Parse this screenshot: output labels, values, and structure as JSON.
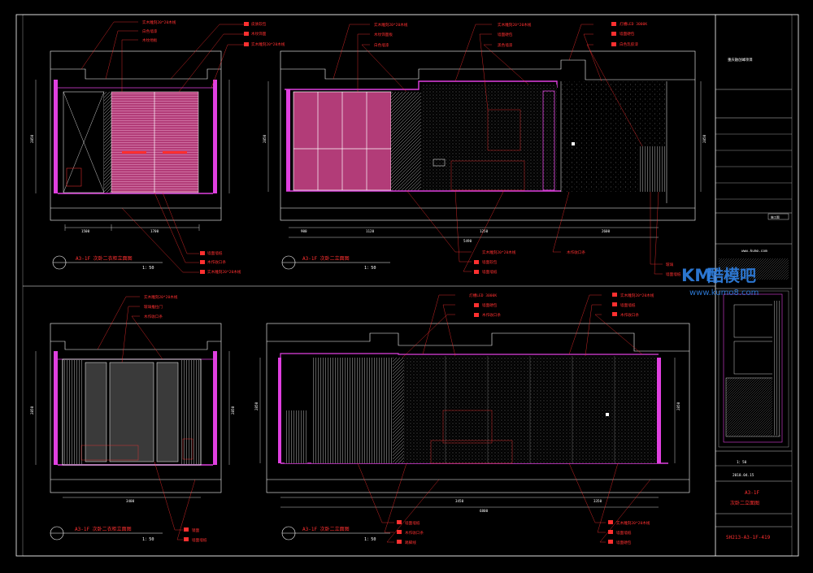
{
  "views": [
    {
      "title": "A3-1F 次卧二衣柜立面图",
      "scale": "1：50",
      "dims_bottom": [
        "1500",
        "1700"
      ],
      "dim_height": "2850",
      "labels_top": [
        "实木雕刻20*20木线",
        "白色墙漆",
        "木纹地板"
      ],
      "labels_top2": [
        "皮质软包",
        "木纹饰面",
        "实木雕刻20*20木线"
      ],
      "labels_bottom": [
        "墙面墙纸",
        "木作收口条",
        "实木雕刻20*20木线"
      ]
    },
    {
      "title": "A3-1F 次卧二立面图",
      "scale": "1：50",
      "dims_bottom": [
        "900",
        "1120",
        "1250",
        "2600"
      ],
      "dims_total": "5490",
      "dim_height": "2850",
      "labels_top": [
        "实木雕刻20*20木线",
        "木纹饰面板",
        "白色墙漆"
      ],
      "labels_top2": [
        "实木雕刻20*20木线",
        "墙面硬包",
        "黑色墙漆"
      ],
      "labels_top3": [
        "灯槽LED 3000K",
        "墙面硬包",
        "白色乳胶漆"
      ],
      "labels_bottom": [
        "实木雕刻20*20木线",
        "墙面软包",
        "墙面墙纸",
        "木作收口条"
      ],
      "labels_right": [
        "玻璃",
        "墙面墙纸"
      ]
    },
    {
      "title": "A3-1F 次卧二衣柜立面图",
      "scale": "1：50",
      "dims_bottom": [
        "3400"
      ],
      "dim_height": "2850",
      "labels_top": [
        "实木雕刻20*20木线",
        "玻璃推拉门",
        "木作收口条"
      ],
      "labels_bottom": [
        "镜面",
        "墙面墙纸"
      ]
    },
    {
      "title": "A3-1F 次卧二立面图",
      "scale": "1：50",
      "dims_bottom": [
        "3450",
        "3350"
      ],
      "dims_total": "6800",
      "dim_height": "2850",
      "labels_top": [
        "灯槽LED 3000K",
        "墙面硬包",
        "木作收口条"
      ],
      "labels_top2": [
        "实木雕刻20*20木线",
        "墙面墙纸",
        "木作收口条"
      ],
      "labels_bottom": [
        "墙面墙纸",
        "木作收口条",
        "踢脚线"
      ],
      "labels_right": [
        "实木雕刻20*20木线",
        "墙面墙纸",
        "墙面硬包"
      ]
    }
  ],
  "title_block": {
    "project": "重庆融创峰项目",
    "company_url": "www.kumo.com",
    "scale": "1：50",
    "date": "2018.04.15",
    "drawing_title": "A3-1F",
    "drawing_subtitle": "次卧二立面图",
    "drawing_number": "SH213-A3-1F-419",
    "stamp": "施工图"
  },
  "watermark": {
    "brand": "KM",
    "text": "酷模吧",
    "url": "www.kumo8.com"
  },
  "colors": {
    "background": "#000000",
    "frame": "#ffffff",
    "annotation": "#ff3030",
    "wall": "#e040e0",
    "panel": "#b23c78",
    "watermark": "#2f7fe0"
  }
}
